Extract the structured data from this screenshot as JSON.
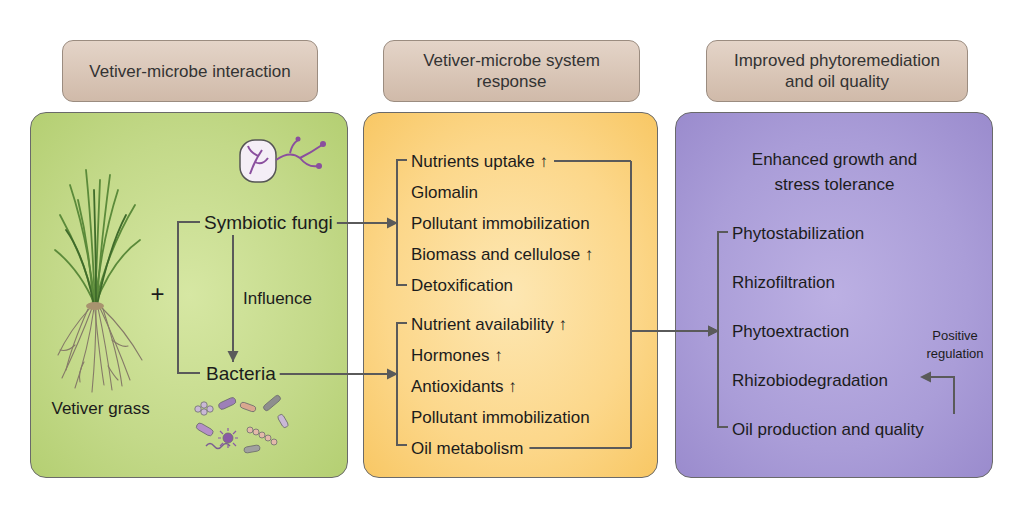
{
  "diagram": {
    "nodes": [
      {
        "text": [
          "Vetiver-microbe interaction"
        ]
      },
      {
        "text": [
          "Vetiver-microbe system response"
        ]
      },
      {
        "text": [
          "Improved phytoremediation and oil quality"
        ]
      },
      {
        "text": [
          "+",
          "Vetiver grass"
        ]
      },
      {
        "text": [
          "Symbiotic fungi"
        ],
        "in": 3
      },
      {
        "text": [
          "Bacteria"
        ],
        "in": 3
      },
      {
        "text": []
      },
      {
        "text": [
          "Nutrients uptake ↑",
          "Glomalin",
          "Pollutant immobilization",
          "Biomass and cellulose ↑",
          "Detoxification"
        ],
        "in": 6
      },
      {
        "text": [
          "Nutrient availability ↑",
          "Hormones ↑",
          "Antioxidants ↑",
          "Pollutant immobilization",
          "Oil metabolism"
        ],
        "in": 6
      },
      {
        "text": [
          "Enhanced growth and stress tolerance"
        ]
      },
      {
        "text": [
          "Phytostabilization",
          "Rhizofiltration",
          "Phytoextraction",
          "Rhizobiodegradation",
          "Oil production and quality"
        ],
        "in": 9
      }
    ],
    "edges": [
      {
        "from": 4,
        "to": 5,
        "label": "Influence",
        "arrow": "to"
      },
      {
        "from": 4,
        "to": 7,
        "arrow": "to"
      },
      {
        "from": 5,
        "to": 8,
        "arrow": "to"
      },
      {
        "from": 7,
        "to": 10,
        "arrow": "to"
      },
      {
        "from": 8,
        "to": 10,
        "arrow": "to"
      }
    ],
    "labels": [
      "Positive regulation"
    ]
  }
}
